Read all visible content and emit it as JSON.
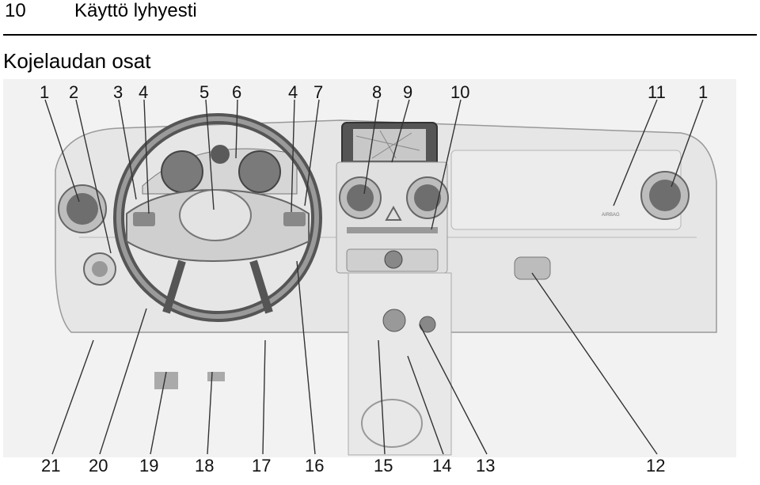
{
  "header": {
    "page_number": "10",
    "chapter": "Käyttö lyhyesti"
  },
  "section": {
    "title": "Kojelaudan osat"
  },
  "figure": {
    "description_icon": "dashboard-illustration",
    "labels_top": [
      "1",
      "2",
      "3",
      "4",
      "5",
      "6",
      "4",
      "7",
      "8",
      "9",
      "10",
      "11",
      "1"
    ],
    "labels_bottom": [
      "21",
      "20",
      "19",
      "18",
      "17",
      "16",
      "15",
      "14",
      "13",
      "12"
    ],
    "airbag_text": "AIRBAG"
  }
}
